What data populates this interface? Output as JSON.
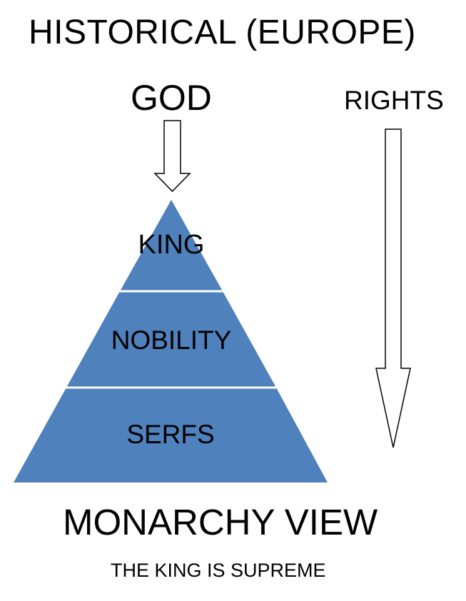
{
  "title": "HISTORICAL (EUROPE)",
  "top_label": "GOD",
  "side_label": "RIGHTS",
  "pyramid": {
    "tiers": [
      {
        "label": "KING"
      },
      {
        "label": "NOBILITY"
      },
      {
        "label": "SERFS"
      }
    ],
    "fill_color": "#4f81bd",
    "divider_color": "#ffffff"
  },
  "footer": {
    "title": "MONARCHY VIEW",
    "subtitle": "THE KING IS SUPREME"
  }
}
